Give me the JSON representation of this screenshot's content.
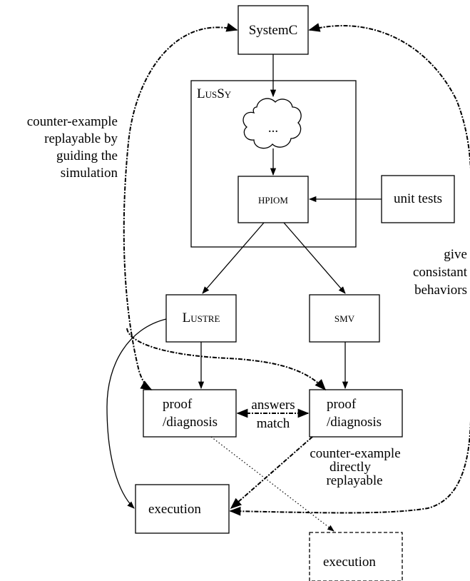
{
  "nodes": {
    "systemc": "SystemC",
    "lussy": "LusSy",
    "cloud": "...",
    "hpiom": "hpiom",
    "unit_tests": "unit tests",
    "lustre": "Lustre",
    "smv": "smv",
    "proof_left_l1": "proof",
    "proof_left_l2": "/diagnosis",
    "proof_right_l1": "proof",
    "proof_right_l2": "/diagnosis",
    "execution_left": "execution",
    "execution_right": "execution"
  },
  "annotations": {
    "counterexample_left": [
      "counter-example",
      "replayable by",
      "guiding the",
      "simulation"
    ],
    "give_consistant": [
      "give",
      "consistant",
      "behaviors"
    ],
    "answers_match": [
      "answers",
      "match"
    ],
    "counterexample_direct": [
      "counter-example",
      "directly",
      "replayable"
    ]
  }
}
